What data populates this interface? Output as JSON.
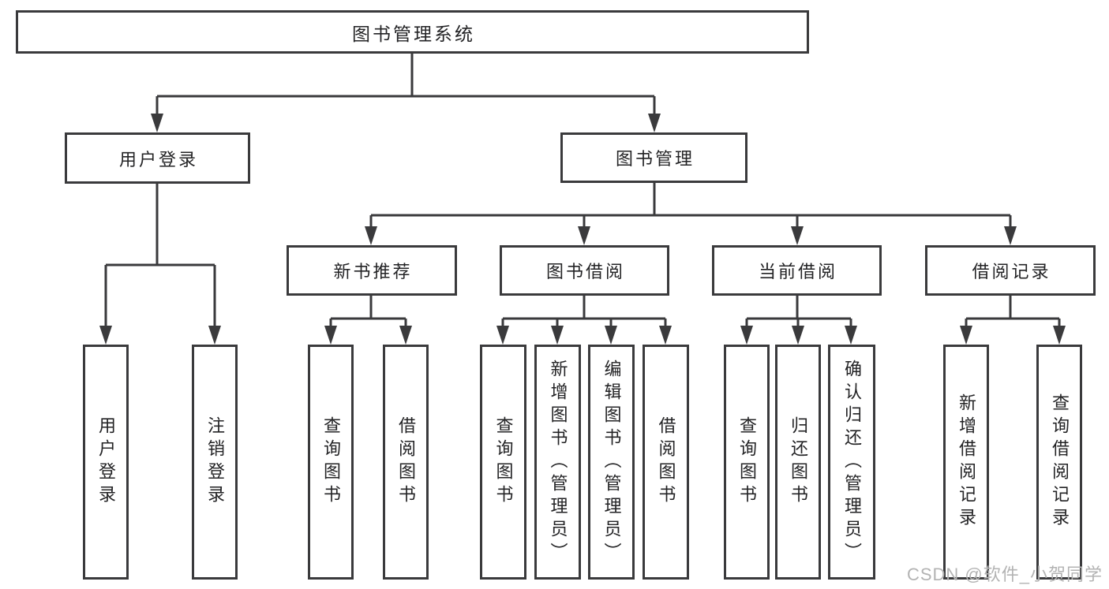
{
  "diagram": {
    "root": {
      "label": "图书管理系统"
    },
    "branches": [
      {
        "label": "用户登录",
        "children": [
          {
            "label": "用户登录"
          },
          {
            "label": "注销登录"
          }
        ]
      },
      {
        "label": "图书管理",
        "children": [
          {
            "label": "新书推荐",
            "children": [
              {
                "label": "查询图书"
              },
              {
                "label": "借阅图书"
              }
            ]
          },
          {
            "label": "图书借阅",
            "children": [
              {
                "label": "查询图书"
              },
              {
                "label": "新增图书（管理员）"
              },
              {
                "label": "编辑图书（管理员）"
              },
              {
                "label": "借阅图书"
              }
            ]
          },
          {
            "label": "当前借阅",
            "children": [
              {
                "label": "查询图书"
              },
              {
                "label": "归还图书"
              },
              {
                "label": "确认归还（管理员）"
              }
            ]
          },
          {
            "label": "借阅记录",
            "children": [
              {
                "label": "新增借阅记录"
              },
              {
                "label": "查询借阅记录"
              }
            ]
          }
        ]
      }
    ]
  },
  "watermark": {
    "text": "CSDN @软件_小贺同学"
  },
  "colors": {
    "line": "#3a3a3c",
    "text": "#232325",
    "watermark": "#b3b3b3",
    "background": "#ffffff"
  }
}
